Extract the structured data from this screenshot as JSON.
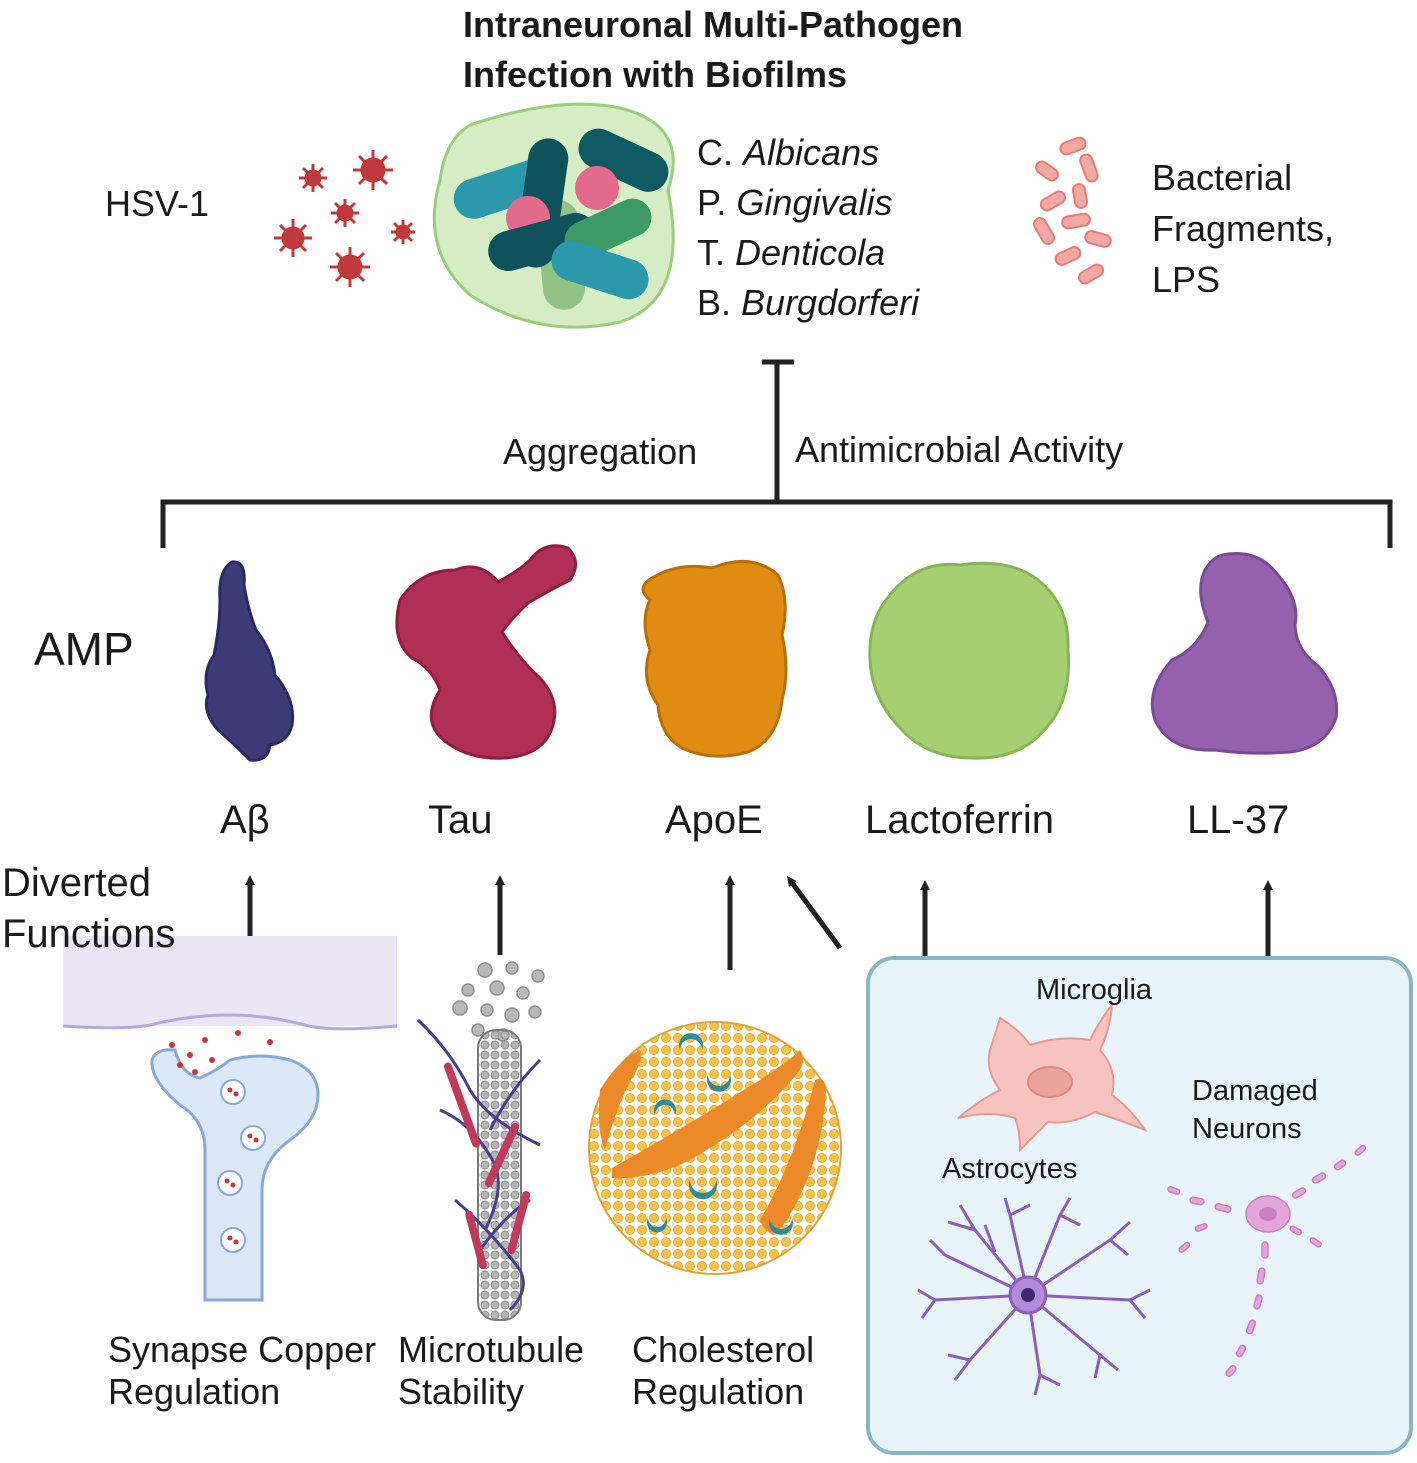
{
  "title": {
    "line1": "Intraneuronal Multi-Pathogen",
    "line2": "Infection with Biofilms"
  },
  "pathogens": {
    "virus": "HSV-1",
    "species": [
      {
        "genus": "C.",
        "name": "Albicans"
      },
      {
        "genus": "P.",
        "name": "Gingivalis"
      },
      {
        "genus": "T.",
        "name": "Denticola"
      },
      {
        "genus": "B.",
        "name": "Burgdorferi"
      }
    ],
    "fragments": {
      "line1": "Bacterial",
      "line2": "Fragments,",
      "line3": "LPS"
    }
  },
  "mechanisms": {
    "left": "Aggregation",
    "right": "Antimicrobial Activity"
  },
  "amp": {
    "label": "AMP",
    "peptides": [
      "Aβ",
      "Tau",
      "ApoE",
      "Lactoferrin",
      "LL-37"
    ]
  },
  "diverted": {
    "line1": "Diverted",
    "line2": "Functions",
    "functions": [
      {
        "line1": "Synapse Copper",
        "line2": "Regulation"
      },
      {
        "line1": "Microtubule",
        "line2": "Stability"
      },
      {
        "line1": "Cholesterol",
        "line2": "Regulation"
      }
    ]
  },
  "cells": {
    "microglia": "Microglia",
    "damaged": {
      "line1": "Damaged",
      "line2": "Neurons"
    },
    "astrocytes": "Astrocytes"
  },
  "colors": {
    "abeta": "#3d3a78",
    "tau": "#b02f55",
    "apoe": "#e08b12",
    "lactoferrin": "#a6cf72",
    "ll37": "#9560ad",
    "virus": "#c0393b",
    "biofilm": "#d6ecc4",
    "cellbox": "#e8f4fa"
  }
}
